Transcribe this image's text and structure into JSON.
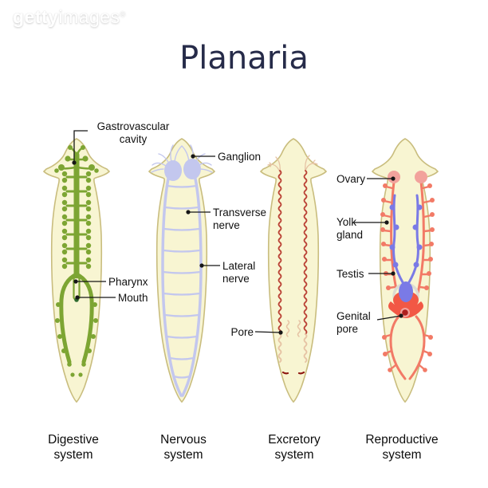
{
  "watermark": {
    "brand_bold": "getty",
    "brand_light": "images",
    "registered": "®"
  },
  "title": "Planaria",
  "colors": {
    "body_fill": "#F8F5D2",
    "body_stroke": "#C9BD7E",
    "digestive": "#7DA533",
    "digestive_dark": "#2F6B2F",
    "nervous": "#C3C7EE",
    "excretory": "#BB4337",
    "excretory_faded": "#E6C3A4",
    "excretory_dark": "#8F1812",
    "repro_pink": "#F2A29C",
    "repro_salmon": "#F27A66",
    "repro_salmon_dark": "#F25845",
    "repro_blue": "#7A7AE6",
    "repro_darkred": "#AE1F1F",
    "ring_gray": "#DCDCD2",
    "title_color": "#262B49",
    "label_color": "#111111",
    "leader": "#161616"
  },
  "figures": [
    {
      "id": "digestive",
      "caption": "Digestive\nsystem",
      "labels": [
        {
          "text": "Gastrovascular\ncavity"
        },
        {
          "text": "Pharynx"
        },
        {
          "text": "Mouth"
        }
      ]
    },
    {
      "id": "nervous",
      "caption": "Nervous\nsystem",
      "labels": [
        {
          "text": "Ganglion"
        },
        {
          "text": "Transverse\nnerve"
        },
        {
          "text": "Lateral\nnerve"
        }
      ]
    },
    {
      "id": "excretory",
      "caption": "Excretory\nsystem",
      "labels": [
        {
          "text": "Pore"
        }
      ]
    },
    {
      "id": "reproductive",
      "caption": "Reproductive\nsystem",
      "labels": [
        {
          "text": "Ovary"
        },
        {
          "text": "Yolk\ngland"
        },
        {
          "text": "Testis"
        },
        {
          "text": "Genital\npore"
        }
      ]
    }
  ]
}
